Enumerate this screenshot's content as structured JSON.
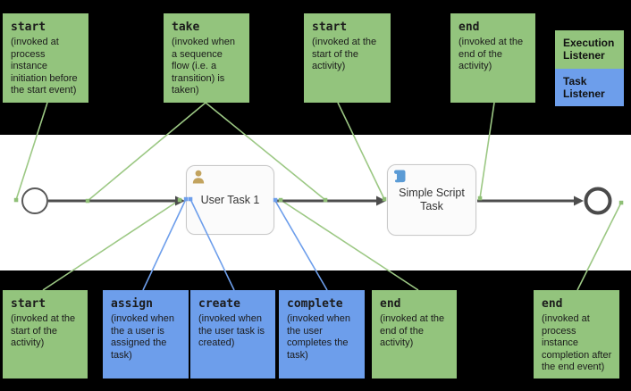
{
  "colors": {
    "background_black": "#000000",
    "canvas_white": "#ffffff",
    "execution_green": "#93c47d",
    "task_blue": "#6d9eeb",
    "connector_green": "#9cc884",
    "connector_blue": "#6d9eeb",
    "flow_gray": "#4d4d4d",
    "user_icon_tan": "#c2a35e",
    "script_icon_blue": "#5b9bd5"
  },
  "legend": {
    "execution_label": "Execution Listener",
    "task_label": "Task Listener"
  },
  "top_annotations": [
    {
      "type": "execution",
      "title": "start",
      "body": "(invoked at process instance initiation before the start event)"
    },
    {
      "type": "execution",
      "title": "take",
      "body": "(invoked when a sequence flow (i.e. a transition) is taken)"
    },
    {
      "type": "execution",
      "title": "start",
      "body": "(invoked at the start of the activity)"
    },
    {
      "type": "execution",
      "title": "end",
      "body": "(invoked at the end of the activity)"
    }
  ],
  "bottom_annotations": [
    {
      "type": "execution",
      "title": "start",
      "body": "(invoked at the start of the activity)"
    },
    {
      "type": "task",
      "title": "assign",
      "body": "(invoked when the a user is assigned the task)"
    },
    {
      "type": "task",
      "title": "create",
      "body": "(invoked when the user task is created)"
    },
    {
      "type": "task",
      "title": "complete",
      "body": "(invoked when the user completes the task)"
    },
    {
      "type": "execution",
      "title": "end",
      "body": "(invoked at the end of the activity)"
    },
    {
      "type": "execution",
      "title": "end",
      "body": "(invoked at process instance completion after the end event)"
    }
  ],
  "process": {
    "user_task_label": "User Task 1",
    "script_task_label": "Simple Script Task",
    "icons": [
      "user-icon",
      "script-icon"
    ]
  }
}
